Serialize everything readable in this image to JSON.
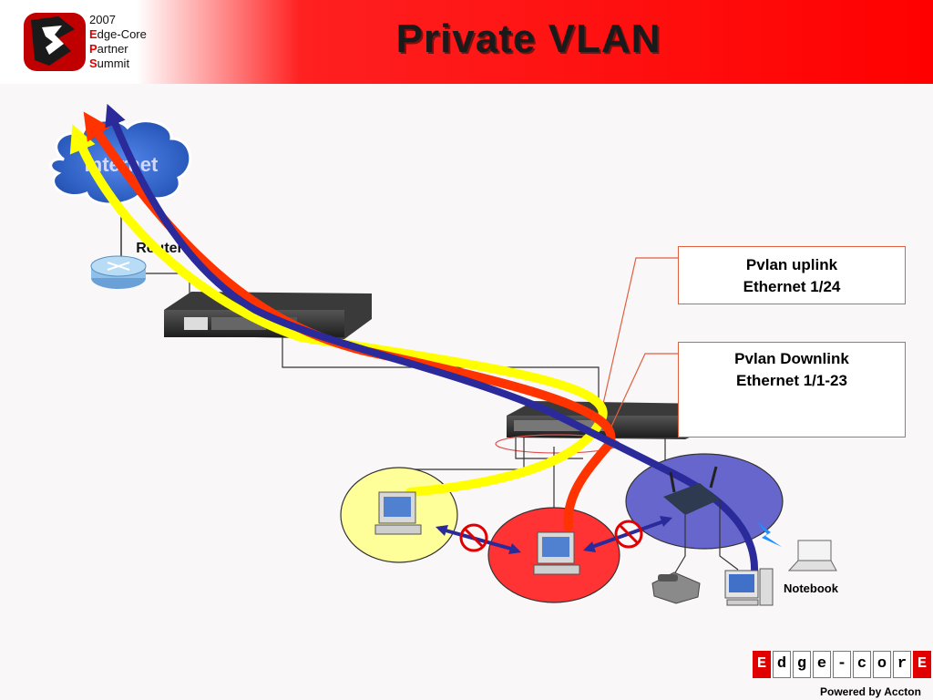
{
  "header": {
    "title": "Private VLAN",
    "brand_year": "2007",
    "brand_line1_cap": "E",
    "brand_line1_rest": "dge-Core",
    "brand_line2_cap": "P",
    "brand_line2_rest": "artner",
    "brand_line3_cap": "S",
    "brand_line3_rest": "ummit"
  },
  "diagram": {
    "internet_label": "Internet",
    "router_label": "Router",
    "notebook_label": "Notebook",
    "callout_uplink": {
      "line1": "Pvlan uplink",
      "line2": "Ethernet 1/24"
    },
    "callout_downlink": {
      "line1": "Pvlan Downlink",
      "line2": "Ethernet 1/1-23"
    }
  },
  "footer": {
    "logo_letters": [
      "E",
      "d",
      "g",
      "e",
      "-",
      "c",
      "o",
      "r",
      "E"
    ],
    "powered_by": "Powered by Accton"
  },
  "colors": {
    "header_red": "#ff0000",
    "path_yellow": "#ffff00",
    "path_red": "#ff3300",
    "path_blue": "#2a2a9a",
    "cloud_blue": "#3366cc",
    "zone_yellow": "#ffff99",
    "zone_red": "#ff3333",
    "zone_blue": "#6666cc"
  }
}
